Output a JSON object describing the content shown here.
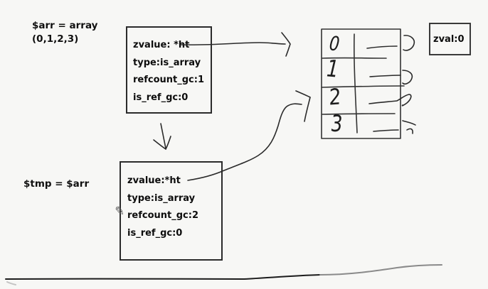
{
  "colors": {
    "background": "#f7f7f5",
    "ink": "#2a2a2a",
    "box_border": "#2b2b2b",
    "muted_line": "#8a8a8a"
  },
  "annotations": {
    "arr_assignment_line1": "$arr = array",
    "arr_assignment_line2": "(0,1,2,3)",
    "tmp_assignment": "$tmp = $arr"
  },
  "arr_zval_struct": {
    "fields": [
      "zvalue: *ht",
      "type:is_array",
      "refcount_gc:1",
      "is_ref_gc:0"
    ]
  },
  "tmp_zval_struct": {
    "fields": [
      "zvalue:*ht",
      "type:is_array",
      "refcount_gc:2",
      "is_ref_gc:0"
    ]
  },
  "hashtable": {
    "keys": [
      "0",
      "1",
      "2",
      "3"
    ]
  },
  "element_zval_box": {
    "label": "zval:0"
  },
  "icons": {
    "pencil_cursor": "✎"
  }
}
